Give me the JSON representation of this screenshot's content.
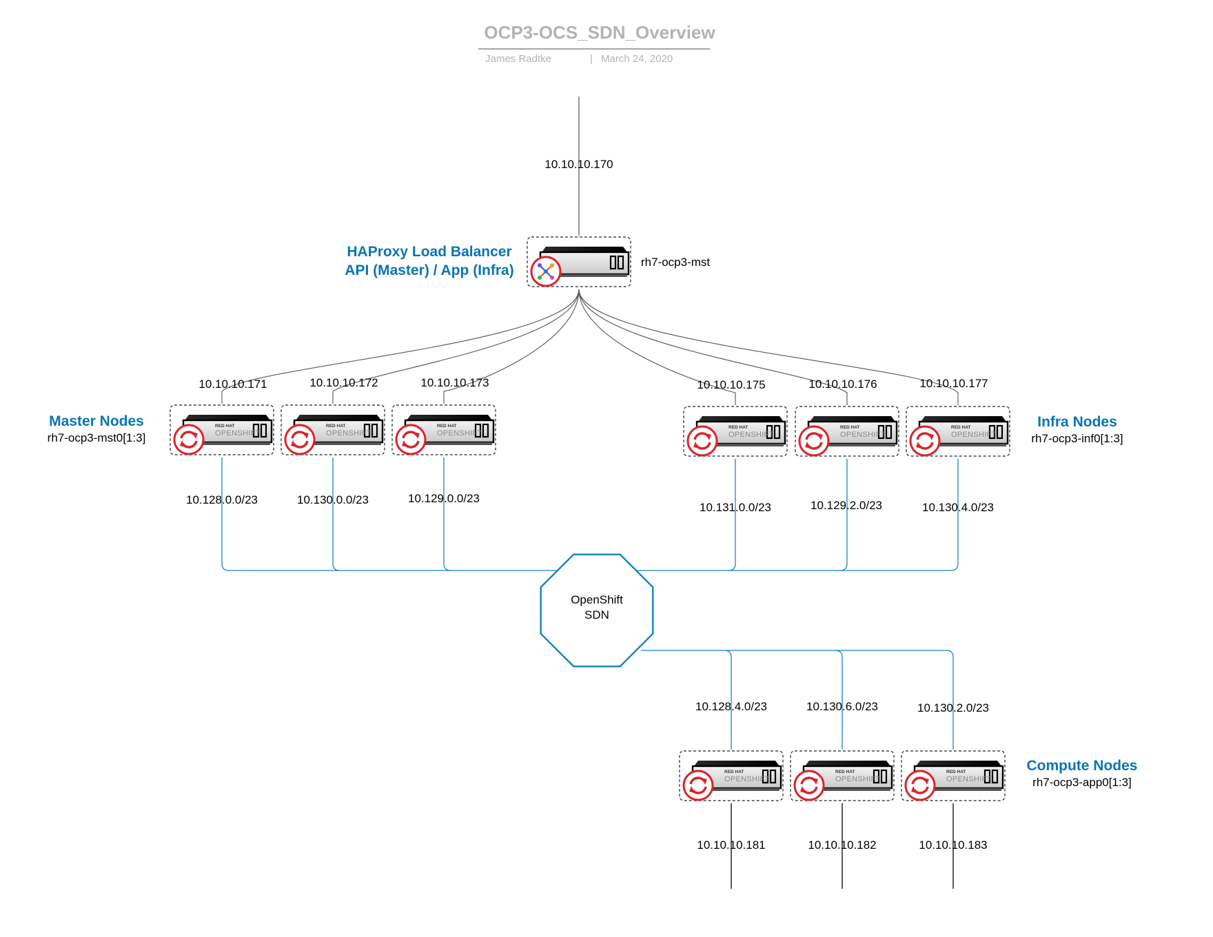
{
  "title": "OCP3-OCS_SDN_Overview",
  "author": "James Radtke",
  "separator": "|",
  "date": "March 24, 2020",
  "colors": {
    "accent": "#0a75b5",
    "line_gray": "#555555",
    "line_blue": "#1a85c2",
    "badge_red": "#d9252e",
    "title_gray": "#b3b3b3"
  },
  "load_balancer": {
    "ip": "10.10.10.170",
    "title_line1": "HAProxy Load Balancer",
    "title_line2": "API (Master) / App (Infra)",
    "hostname": "rh7-ocp3-mst",
    "icon": "haproxy-server-icon"
  },
  "sdn": {
    "line1": "OpenShift",
    "line2": "SDN"
  },
  "groups": {
    "master": {
      "title": "Master Nodes",
      "hosts": "rh7-ocp3-mst0[1:3]"
    },
    "infra": {
      "title": "Infra Nodes",
      "hosts": "rh7-ocp3-inf0[1:3]"
    },
    "compute": {
      "title": "Compute Nodes",
      "hosts": "rh7-ocp3-app0[1:3]"
    }
  },
  "master_nodes": [
    {
      "ip": "10.10.10.171",
      "subnet": "10.128.0.0/23"
    },
    {
      "ip": "10.10.10.172",
      "subnet": "10.130.0.0/23"
    },
    {
      "ip": "10.10.10.173",
      "subnet": "10.129.0.0/23"
    }
  ],
  "infra_nodes": [
    {
      "ip": "10.10.10.175",
      "subnet": "10.131.0.0/23"
    },
    {
      "ip": "10.10.10.176",
      "subnet": "10.129.2.0/23"
    },
    {
      "ip": "10.10.10.177",
      "subnet": "10.130.4.0/23"
    }
  ],
  "compute_nodes": [
    {
      "subnet": "10.128.4.0/23",
      "ip": "10.10.10.181"
    },
    {
      "subnet": "10.130.6.0/23",
      "ip": "10.10.10.182"
    },
    {
      "subnet": "10.130.2.0/23",
      "ip": "10.10.10.183"
    }
  ],
  "server_brand": {
    "line1": "RED HAT",
    "line2": "OPENSHIFT",
    "icon": "openshift-server-icon"
  }
}
